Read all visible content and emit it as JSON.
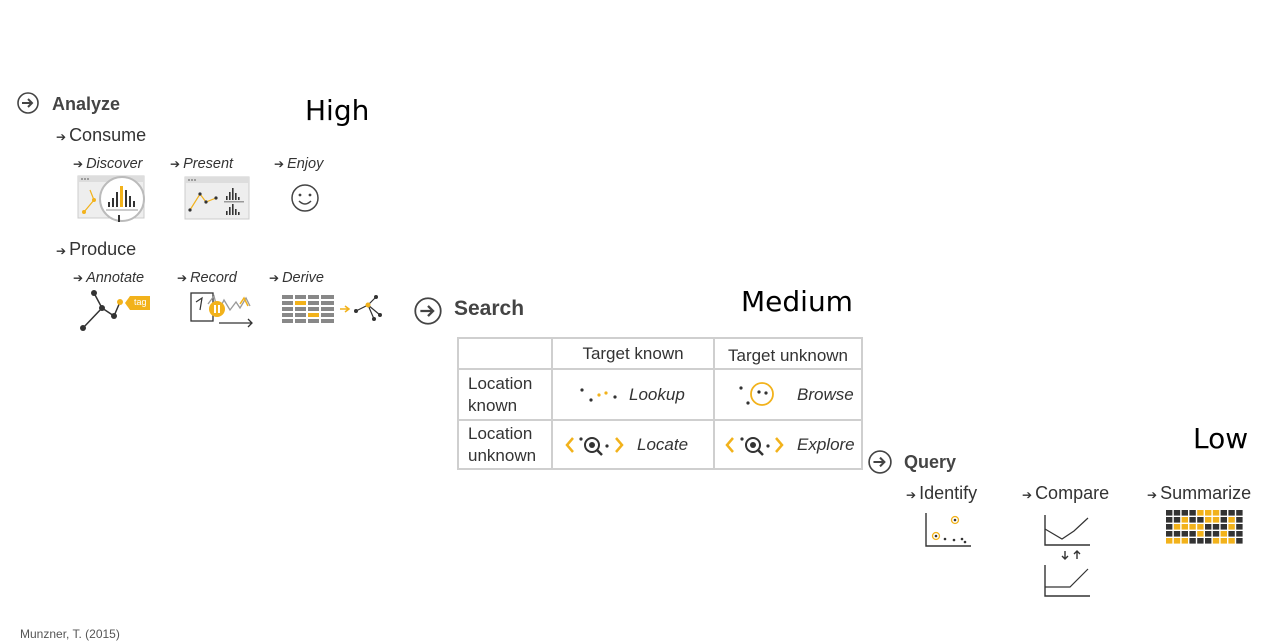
{
  "levels": {
    "high": "High",
    "medium": "Medium",
    "low": "Low"
  },
  "analyze": {
    "title": "Analyze",
    "consume": {
      "title": "Consume",
      "items": [
        "Discover",
        "Present",
        "Enjoy"
      ]
    },
    "produce": {
      "title": "Produce",
      "items": [
        "Annotate",
        "Record",
        "Derive"
      ],
      "tag_label": "tag"
    }
  },
  "search": {
    "title": "Search",
    "col_headers": [
      "Target known",
      "Target unknown"
    ],
    "row_headers": [
      "Location known",
      "Location unknown"
    ],
    "row_header_lines": [
      [
        "Location",
        "known"
      ],
      [
        "Location",
        "unknown"
      ]
    ],
    "cells": [
      [
        "Lookup",
        "Browse"
      ],
      [
        "Locate",
        "Explore"
      ]
    ]
  },
  "query": {
    "title": "Query",
    "items": [
      "Identify",
      "Compare",
      "Summarize"
    ]
  },
  "footnote": "Munzner, T. (2015)",
  "colors": {
    "accent": "#f2b21b",
    "dark": "#333333",
    "grid": "#cfcfcf"
  },
  "icons": [
    "circle-arrow-icon",
    "magnifier-icon",
    "smiley-icon",
    "pause-icon",
    "bar-chart-icon",
    "scatter-icon"
  ]
}
